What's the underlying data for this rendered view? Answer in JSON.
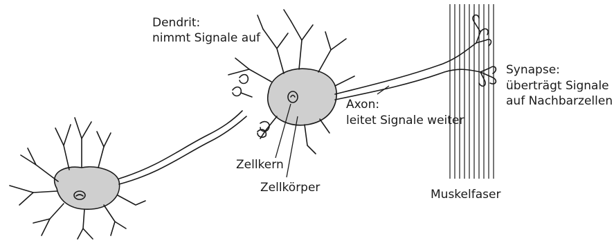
{
  "labels": {
    "dendrite_line1": "Dendrit:",
    "dendrite_line2": "nimmt Signale auf",
    "synapse_line1": "Synapse:",
    "synapse_line2": "überträgt Signale",
    "synapse_line3": "auf Nachbarzellen",
    "axon_line1": "Axon:",
    "axon_line2": "leitet Signale weiter",
    "nucleus": "Zellkern",
    "cell_body": "Zellkörper",
    "muscle_fiber": "Muskelfaser"
  },
  "colors": {
    "cell_body_fill": "#cfcfcf",
    "outline": "#1a1a1a",
    "background": "#ffffff"
  }
}
